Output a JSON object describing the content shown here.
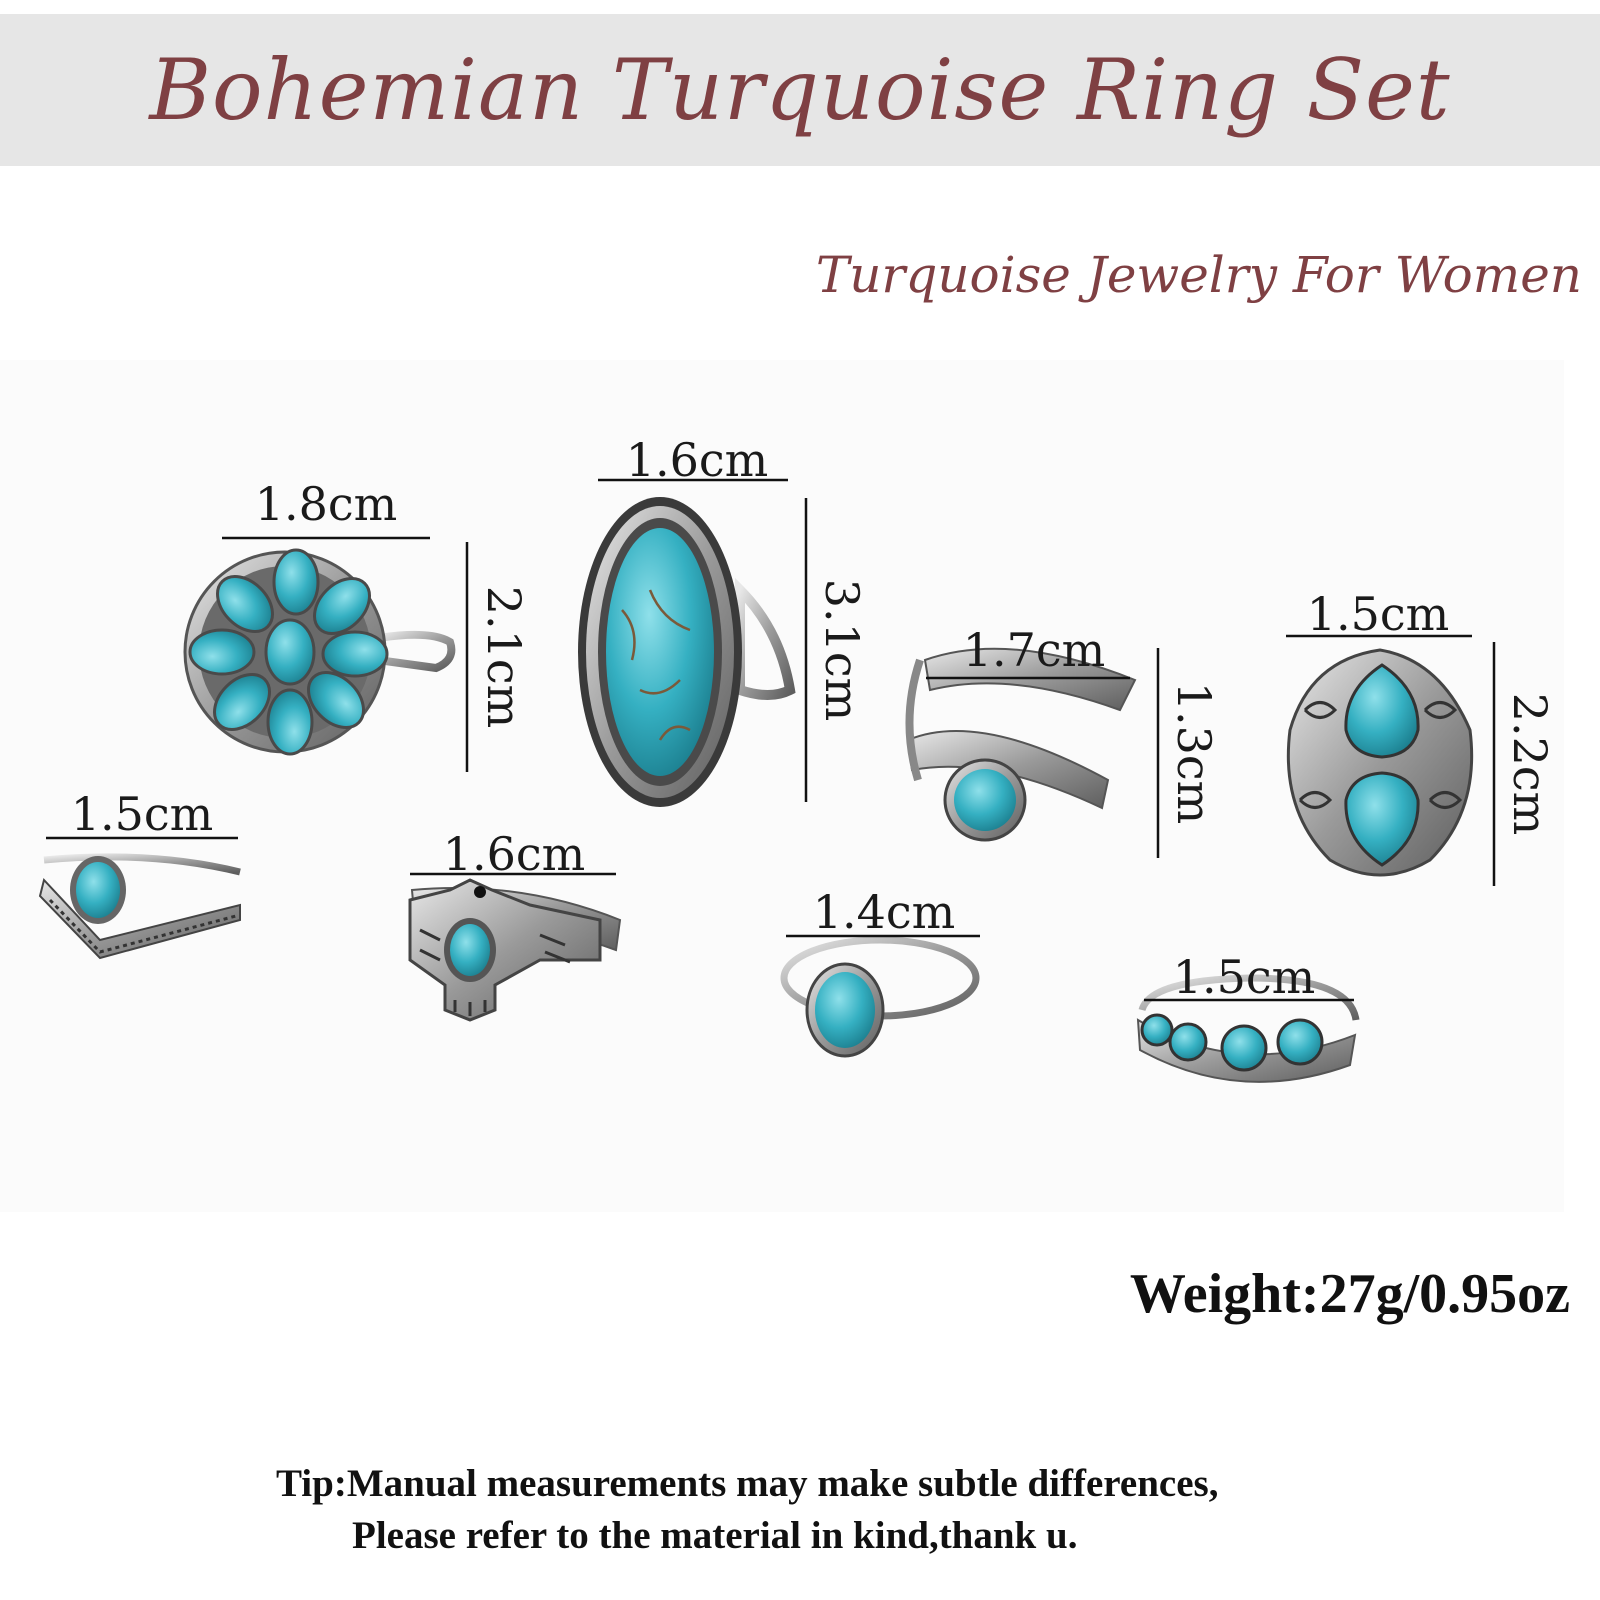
{
  "header": {
    "title": "Bohemian Turquoise Ring Set",
    "subtitle": "Turquoise Jewelry For Women"
  },
  "rings": [
    {
      "name": "flower-ring",
      "width_label": "1.8cm",
      "height_label": "2.1cm"
    },
    {
      "name": "oval-ring",
      "width_label": "1.6cm",
      "height_label": "3.1cm"
    },
    {
      "name": "leaf-ring",
      "width_label": "1.7cm",
      "height_label": "1.3cm"
    },
    {
      "name": "double-drop-ring",
      "width_label": "1.5cm",
      "height_label": "2.2cm"
    },
    {
      "name": "chevron-ring",
      "width_label": "1.5cm"
    },
    {
      "name": "bird-ring",
      "width_label": "1.6cm"
    },
    {
      "name": "single-stone-ring",
      "width_label": "1.4cm"
    },
    {
      "name": "four-stone-ring",
      "width_label": "1.5cm"
    }
  ],
  "weight": "Weight:27g/0.95oz",
  "tip": {
    "line1": "Tip:Manual measurements may make subtle differences,",
    "line2": "Please refer to the material in kind,thank u."
  },
  "colors": {
    "accent": "#7f4043",
    "banner": "#e6e6e6",
    "turquoise": "#3fb7c6",
    "silver": "#b8b8b8"
  }
}
